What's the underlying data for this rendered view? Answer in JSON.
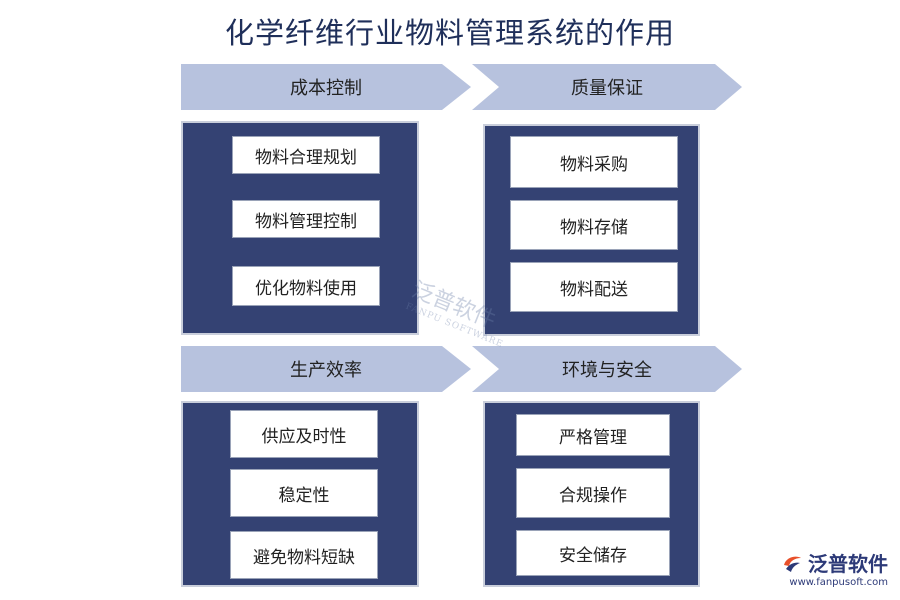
{
  "title": "化学纤维行业物料管理系统的作用",
  "sections": [
    {
      "header": "成本控制",
      "items": [
        "物料合理规划",
        "物料管理控制",
        "优化物料使用"
      ]
    },
    {
      "header": "质量保证",
      "items": [
        "物料采购",
        "物料存储",
        "物料配送"
      ]
    },
    {
      "header": "生产效率",
      "items": [
        "供应及时性",
        "稳定性",
        "避免物料短缺"
      ]
    },
    {
      "header": "环境与安全",
      "items": [
        "严格管理",
        "合规操作",
        "安全储存"
      ]
    }
  ],
  "logo": {
    "name": "泛普软件",
    "url": "www.fanpusoft.com",
    "icon": "fanpu-logo-icon"
  },
  "watermark": {
    "text": "泛普软件",
    "subtext": "FANPU SOFTWARE"
  },
  "colors": {
    "chevron": "#b7c2de",
    "panel": "#344273",
    "title": "#1f2f5a"
  }
}
